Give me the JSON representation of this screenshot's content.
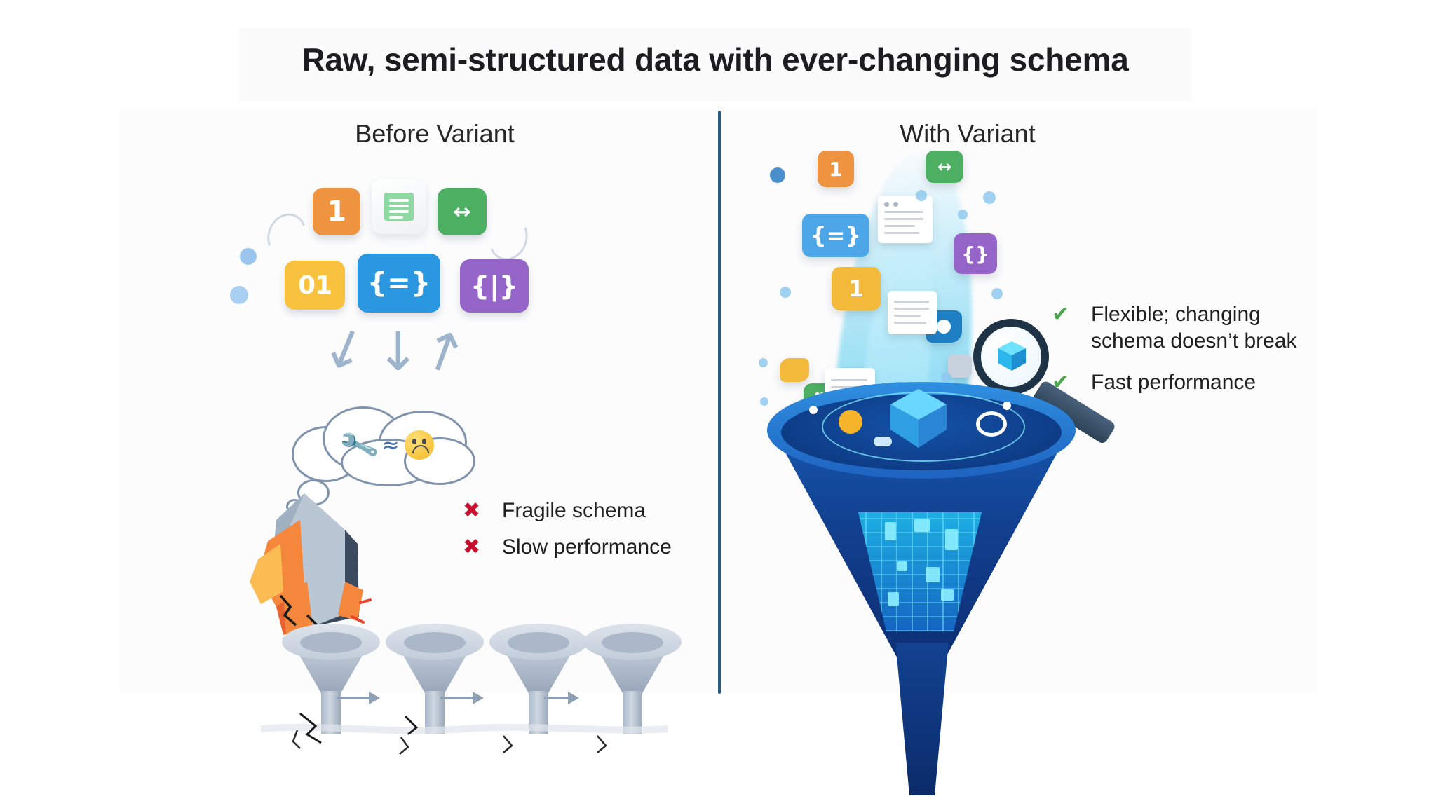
{
  "title": "Raw, semi-structured data with ever-changing schema",
  "columns": {
    "left_heading": "Before Variant",
    "right_heading": "With Variant"
  },
  "left_panel": {
    "bullets": [
      {
        "mark": "✖",
        "text": "Fragile schema"
      },
      {
        "mark": "✖",
        "text": "Slow performance"
      }
    ],
    "data_type_tiles": [
      {
        "name": "number-tile",
        "glyph": "1",
        "color": "#ee9440"
      },
      {
        "name": "document-tile",
        "glyph": "",
        "color": "#ffffff"
      },
      {
        "name": "arrows-tile",
        "glyph": "↔",
        "color": "#4caf62"
      },
      {
        "name": "binary-tile",
        "glyph": "01",
        "color": "#f8c23e"
      },
      {
        "name": "object-tile",
        "glyph": "{=}",
        "color": "#2b97e0"
      },
      {
        "name": "array-tile",
        "glyph": "{|}",
        "color": "#9464c8"
      }
    ],
    "thought_bubble": {
      "wrench": "🔧",
      "operator": "≈",
      "face": "sad-face"
    },
    "funnel_count": 4
  },
  "right_panel": {
    "bullets": [
      {
        "mark": "✔",
        "text": "Flexible; changing schema doesn’t break"
      },
      {
        "mark": "✔",
        "text": "Fast performance"
      }
    ],
    "floating_tiles": [
      {
        "name": "number-tile",
        "glyph": "1",
        "color": "#ee9440"
      },
      {
        "name": "arrows-tile",
        "glyph": "↔",
        "color": "#4caf62"
      },
      {
        "name": "object-tile",
        "glyph": "{=}",
        "color": "#4da6e8"
      },
      {
        "name": "array-tile",
        "glyph": "{}",
        "color": "#9464c8"
      },
      {
        "name": "binary-tile",
        "glyph": "1",
        "color": "#f3b93a"
      },
      {
        "name": "blob-tile",
        "glyph": "",
        "color": "#1f7fc4"
      }
    ],
    "magnifier_label": "variant-cube"
  },
  "colors": {
    "divider": "#2b5a80",
    "cross_red": "#c8102e",
    "check_green": "#4ca64c",
    "title_text": "#1d1d1f",
    "panel_bg": "#fcfcfd",
    "funnel_blue": "#1557ae",
    "accent_cyan": "#3fd0f5"
  }
}
